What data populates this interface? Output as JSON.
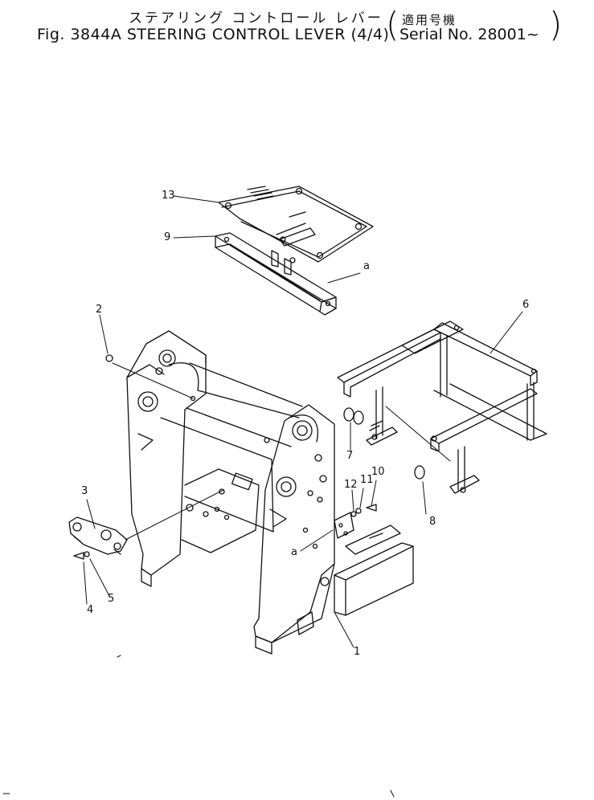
{
  "header": {
    "title_jp": "ステアリング コントロール レバー",
    "title_en": "Fig. 3844A STEERING CONTROL LEVER (4/4)",
    "serial_jp": "適用号機",
    "serial_en": "Serial No. 28001~"
  },
  "callouts": [
    {
      "id": "c13",
      "label": "13"
    },
    {
      "id": "c9",
      "label": "9"
    },
    {
      "id": "ca1",
      "label": "a"
    },
    {
      "id": "c2",
      "label": "2"
    },
    {
      "id": "c6",
      "label": "6"
    },
    {
      "id": "c7",
      "label": "7"
    },
    {
      "id": "c8",
      "label": "8"
    },
    {
      "id": "c10",
      "label": "10"
    },
    {
      "id": "c11",
      "label": "11"
    },
    {
      "id": "c12",
      "label": "12"
    },
    {
      "id": "c3",
      "label": "3"
    },
    {
      "id": "c4",
      "label": "4"
    },
    {
      "id": "c5",
      "label": "5"
    },
    {
      "id": "ca2",
      "label": "a"
    },
    {
      "id": "c1",
      "label": "1"
    }
  ],
  "colors": {
    "line": "#111111",
    "background": "#ffffff"
  }
}
